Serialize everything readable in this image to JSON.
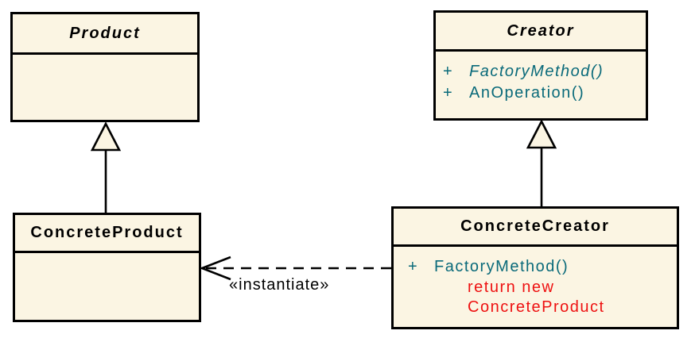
{
  "classes": {
    "product": {
      "name": "Product"
    },
    "creator": {
      "name": "Creator",
      "operations": [
        {
          "visibility": "+",
          "name": "FactoryMethod()"
        },
        {
          "visibility": "+",
          "name": "AnOperation()"
        }
      ]
    },
    "concrete_product": {
      "name": "ConcreteProduct"
    },
    "concrete_creator": {
      "name": "ConcreteCreator",
      "operations": [
        {
          "visibility": "+",
          "name": "FactoryMethod()"
        }
      ],
      "code_note": [
        "return new",
        "ConcreteProduct"
      ]
    }
  },
  "edges": {
    "instantiate_label": "«instantiate»"
  },
  "colors": {
    "background": "#FFFFFF",
    "class_fill": "#FBF5E3",
    "border": "#000000",
    "label_text": "#000000",
    "operation_text": "#0A6A7A",
    "code_note_text": "#EE1111"
  }
}
